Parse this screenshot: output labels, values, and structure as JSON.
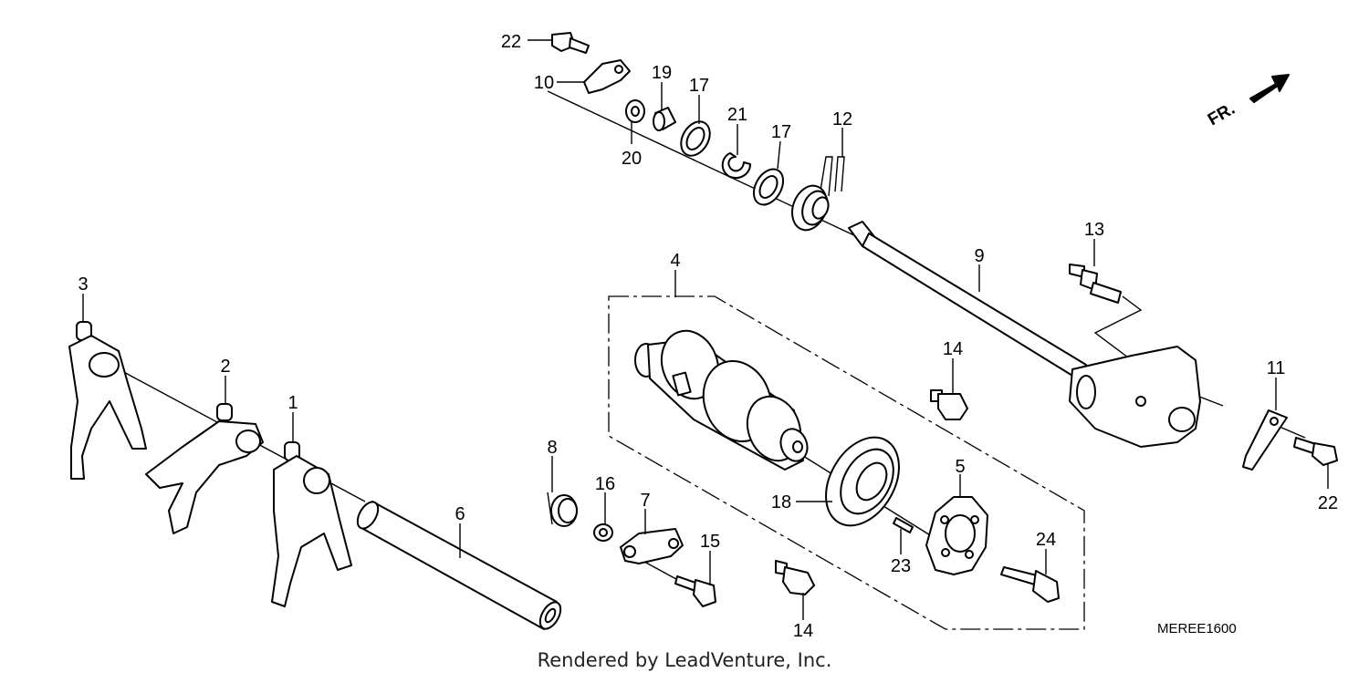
{
  "callouts": {
    "c1": "1",
    "c2": "2",
    "c3": "3",
    "c4": "4",
    "c5": "5",
    "c6": "6",
    "c7": "7",
    "c8": "8",
    "c9": "9",
    "c10": "10",
    "c11": "11",
    "c12": "12",
    "c13": "13",
    "c14a": "14",
    "c14b": "14",
    "c15": "15",
    "c16": "16",
    "c17a": "17",
    "c17b": "17",
    "c18": "18",
    "c19": "19",
    "c20": "20",
    "c21": "21",
    "c22a": "22",
    "c22b": "22",
    "c23": "23",
    "c24": "24"
  },
  "diagram_code": "MEREE1600",
  "direction_label": "FR.",
  "credit": "Rendered by LeadVenture, Inc."
}
